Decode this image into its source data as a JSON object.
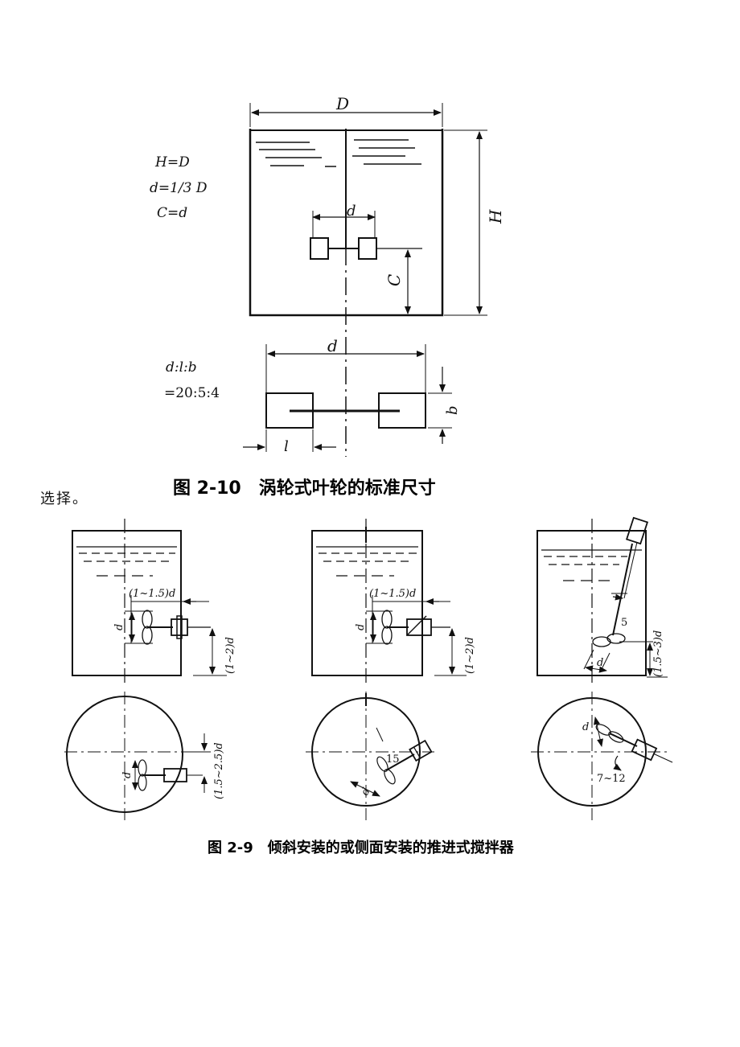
{
  "fig10": {
    "dim_D": "D",
    "dim_H": "H",
    "dim_d": "d",
    "dim_C": "C",
    "dim_d2": "d",
    "dim_b": "b",
    "dim_l": "l",
    "rel1": "H=D",
    "rel2": "d=1/3 D",
    "rel3": "C=d",
    "ratio1": "d:l:b",
    "ratio2": "=20:5:4",
    "caption": "图 2-10　涡轮式叶轮的标准尺寸"
  },
  "body_text": "选择。",
  "fig9": {
    "a": {
      "clear": "(1~1.5)d",
      "d": "d",
      "height": "(1~2)d",
      "plan_d": "d",
      "plan_off": "(1.5~2.5)d"
    },
    "b": {
      "clear": "(1~1.5)d",
      "d": "d",
      "height": "(1~2)d",
      "plan_d": "d",
      "angle": "15"
    },
    "c": {
      "len": "5",
      "d": "d",
      "height": "(1.5~3)d",
      "plan_d": "d",
      "angle": "7~12"
    },
    "caption": "图 2-9　倾斜安装的或侧面安装的推进式搅拌器"
  }
}
